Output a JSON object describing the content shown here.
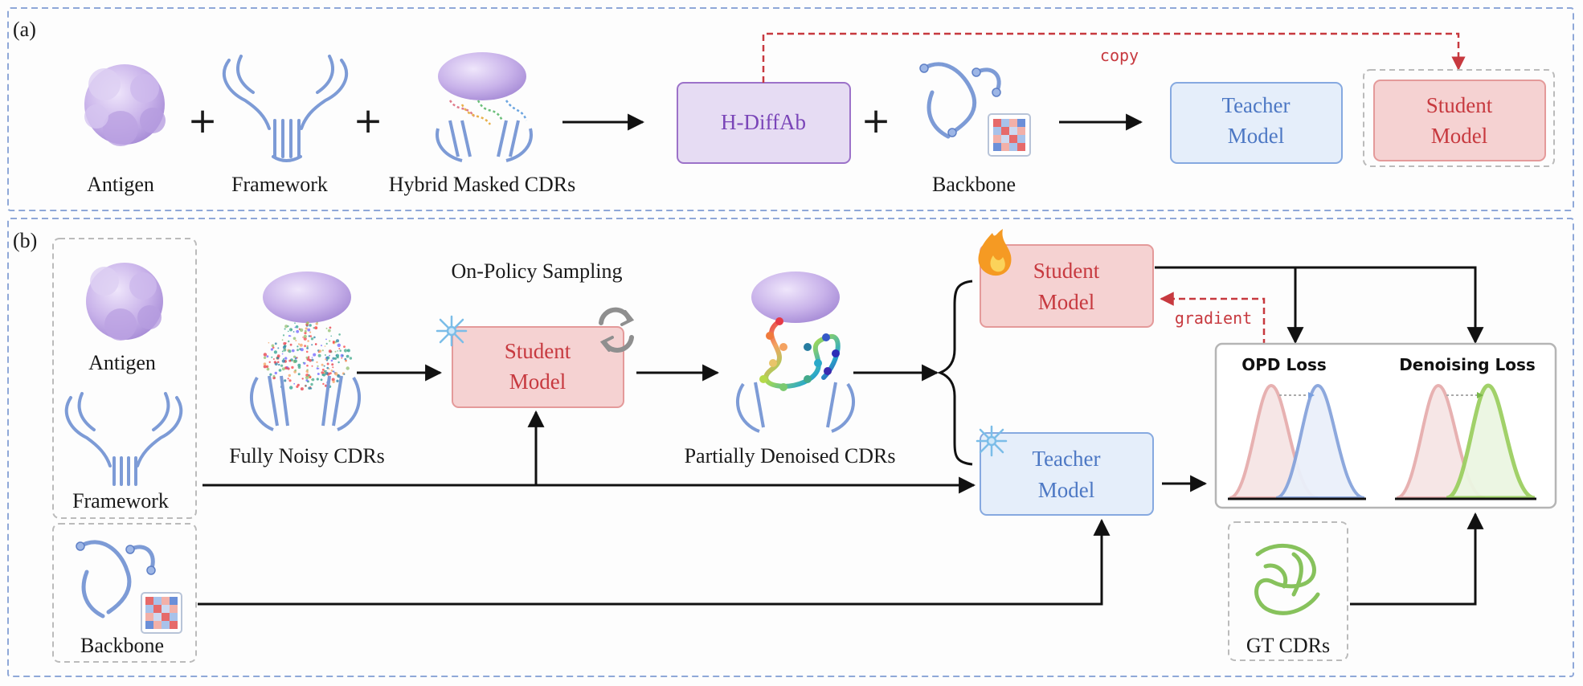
{
  "panel_a": {
    "tag": "(a)",
    "labels": {
      "antigen": "Antigen",
      "framework": "Framework",
      "hybrid": "Hybrid Masked CDRs",
      "backbone": "Backbone"
    },
    "hdiffab": "H-DiffAb",
    "teacher": [
      "Teacher",
      "Model"
    ],
    "student": [
      "Student",
      "Model"
    ],
    "copy": "copy"
  },
  "panel_b": {
    "tag": "(b)",
    "labels": {
      "antigen": "Antigen",
      "framework": "Framework",
      "backbone": "Backbone",
      "noisy": "Fully Noisy CDRs",
      "sampling": "On-Policy Sampling",
      "partial": "Partially Denoised CDRs",
      "gt": "GT CDRs"
    },
    "student_mid": [
      "Student",
      "Model"
    ],
    "student_top": [
      "Student",
      "Model"
    ],
    "teacher": [
      "Teacher",
      "Model"
    ],
    "gradient": "gradient",
    "opd_loss": "OPD Loss",
    "denoise_loss": "Denoising Loss"
  },
  "colors": {
    "panel_border": "#8fa8d8",
    "purple_fill": "#e6dcf3",
    "purple_stroke": "#9c72c9",
    "blue_fill": "#e5eefa",
    "blue_stroke": "#86a9e0",
    "red_fill": "#f5d2d2",
    "red_stroke": "#e49a9a",
    "dashed_red": "#c7393f",
    "curve_red": "#e7b1b1",
    "curve_blue": "#87a4dc",
    "curve_green": "#9ccf62"
  }
}
